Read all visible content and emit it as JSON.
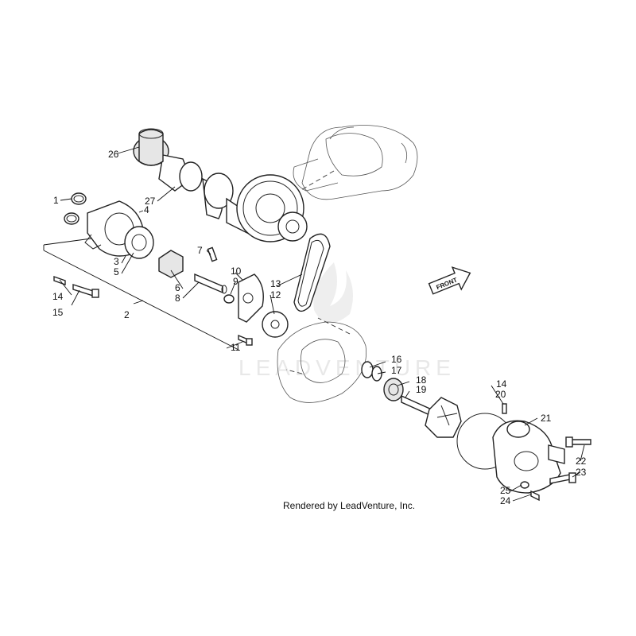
{
  "credit": "Rendered by LeadVenture, Inc.",
  "watermark": "LEADVENTURE",
  "direction_arrow": "FRONT",
  "callouts": [
    "1",
    "2",
    "3",
    "4",
    "5",
    "6",
    "7",
    "8",
    "9",
    "10",
    "11",
    "12",
    "13",
    "14",
    "15",
    "16",
    "17",
    "18",
    "19",
    "20",
    "21",
    "22",
    "23",
    "24",
    "25",
    "26",
    "27"
  ]
}
